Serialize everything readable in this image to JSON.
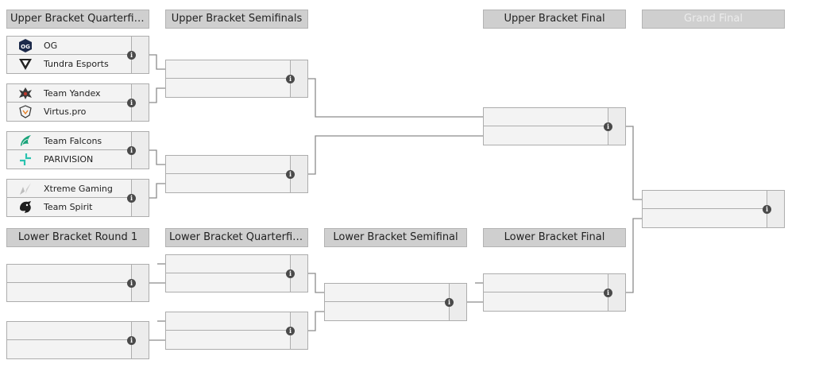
{
  "headers": {
    "ubqf": "Upper Bracket Quarterfinals",
    "ubsf": "Upper Bracket Semifinals",
    "ubf": "Upper Bracket Final",
    "gf": "Grand Final",
    "lbr1": "Lower Bracket Round 1",
    "lbqf": "Lower Bracket Quarterfinals",
    "lbsf": "Lower Bracket Semifinal",
    "lbf": "Lower Bracket Final"
  },
  "upper_quarterfinals": [
    {
      "team1": "OG",
      "team1_icon": "og-logo-icon",
      "team2": "Tundra Esports",
      "team2_icon": "tundra-logo-icon"
    },
    {
      "team1": "Team Yandex",
      "team1_icon": "yandex-logo-icon",
      "team2": "Virtus.pro",
      "team2_icon": "virtuspro-logo-icon"
    },
    {
      "team1": "Team Falcons",
      "team1_icon": "falcons-logo-icon",
      "team2": "PARIVISION",
      "team2_icon": "parivision-logo-icon"
    },
    {
      "team1": "Xtreme Gaming",
      "team1_icon": "xtreme-logo-icon",
      "team2": "Team Spirit",
      "team2_icon": "spirit-logo-icon"
    }
  ],
  "info_symbol": "i",
  "colors": {
    "header_bg": "#cfcfcf",
    "match_bg": "#f3f3f3",
    "border": "#adadad",
    "line": "#8c8c8c"
  }
}
